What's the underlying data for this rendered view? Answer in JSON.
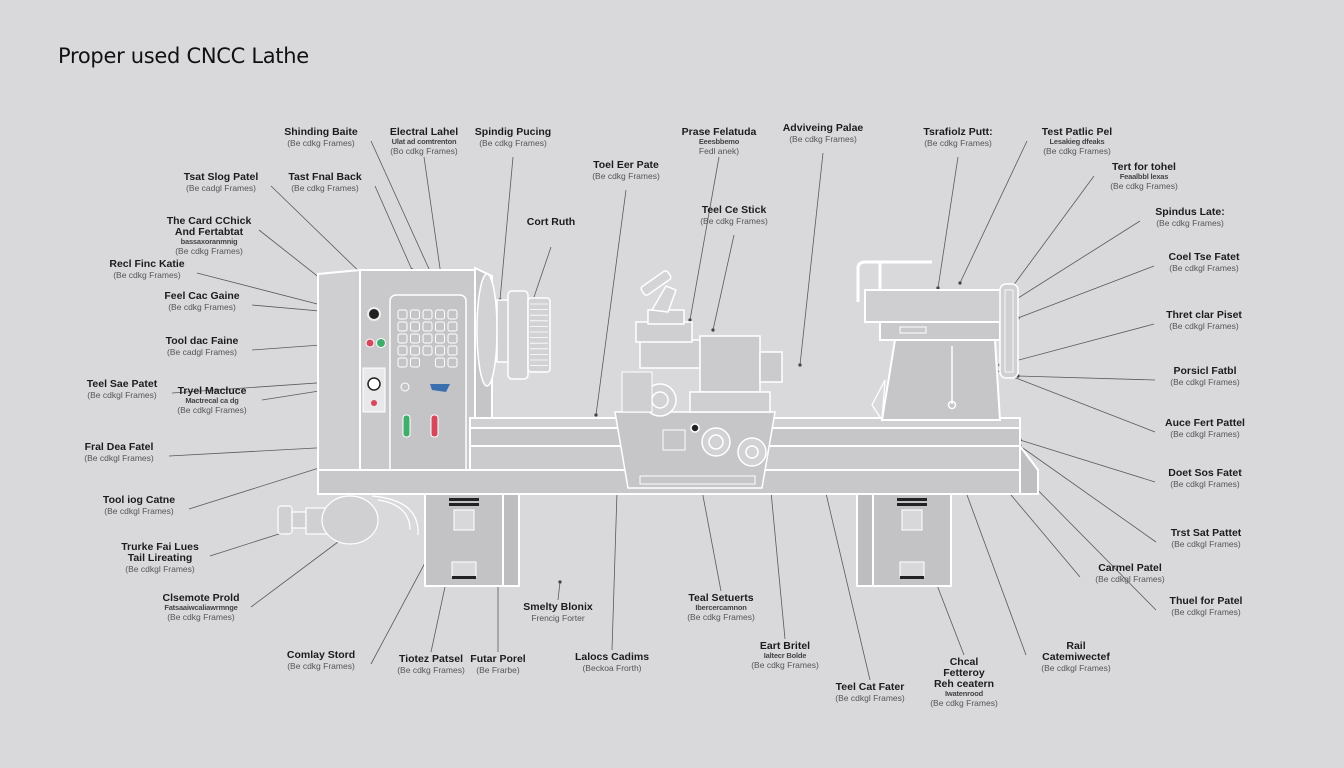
{
  "title": "Proper used CNCC Lathe",
  "colors": {
    "background": "#d9d9dc",
    "machine_fill": "#c9c9cb",
    "outline": "#ffffff",
    "leader": "#555555",
    "button_red": "#d4475c",
    "button_green": "#3fae6b"
  },
  "labels": [
    {
      "id": "spinding-baite",
      "title": "Shinding Baite",
      "note": "(Be cdkg Frames)"
    },
    {
      "id": "electral-label",
      "title": "Electral Lahel",
      "sub": "Ulat ad comtrenton",
      "note": "(Bo cdkg Frames)"
    },
    {
      "id": "spindig-pucing",
      "title": "Spindig Pucing",
      "note": "(Be cdkg Frames)"
    },
    {
      "id": "test-slog-patel",
      "title": "Tsat Slog Patel",
      "note": "(Be cadgl Frames)"
    },
    {
      "id": "tast-fnal-back",
      "title": "Tast Fnal Back",
      "note": "(Be cdkg Frames)"
    },
    {
      "id": "the-card-chick",
      "title": "The Card CChick",
      "title2": "And Fertabtat",
      "sub": "bassaxoranmnig",
      "note": "(Be cdkg Frames)"
    },
    {
      "id": "recl-finc-katie",
      "title": "Recl Finc Katie",
      "note": "(Be cdkg Frames)"
    },
    {
      "id": "feel-cac-gaine",
      "title": "Feel Cac Gaine",
      "note": "(Be cdkg Frames)"
    },
    {
      "id": "tool-dac-faine",
      "title": "Tool dac Faine",
      "note": "(Be cadgl Frames)"
    },
    {
      "id": "teel-sae-patet",
      "title": "Teel Sae Patet",
      "note": "(Be cdkgl Frames)"
    },
    {
      "id": "tryel-macluce",
      "title": "Tryel Macluce",
      "sub": "Mactrecal ca dg",
      "note": "(Be cdkgl Frames)"
    },
    {
      "id": "fral-dea-fatel",
      "title": "Fral Dea Fatel",
      "note": "(Be cdkgl Frames)"
    },
    {
      "id": "tool-iog-catne",
      "title": "Tool iog Catne",
      "note": "(Be cdkgl Frames)"
    },
    {
      "id": "trurke-fai-lurs",
      "title": "Trurke Fai Lues",
      "title2": "Tail Lireating",
      "note": "(Be cdkgl Frames)"
    },
    {
      "id": "clsemote-prold",
      "title": "Clsemote Prold",
      "sub": "Fatsaaiwcaliawrmnge",
      "note": "(Be cdkg Frames)"
    },
    {
      "id": "comlay-stord",
      "title": "Comlay Stord",
      "note": "(Be cdkg Frames)"
    },
    {
      "id": "toltez-patsel",
      "title": "Tiotez Patsel",
      "note": "(Be cdkg Frames)"
    },
    {
      "id": "fuler-porel",
      "title": "Futar Porel",
      "note": "(Be Frarbe)"
    },
    {
      "id": "smelty-blonix",
      "title": "Smelty Blonix",
      "note": "Frencig Forter"
    },
    {
      "id": "lalocs-cadims",
      "title": "Lalocs Cadims",
      "note": "(Beckoa Frorth)"
    },
    {
      "id": "teal-setuerts",
      "title": "Teal Setuerts",
      "sub": "Ibercercamnon",
      "note": "(Be cdkg Frames)"
    },
    {
      "id": "eart-britel",
      "title": "Eart Britel",
      "sub": "Ialtecr Bolde",
      "note": "(Be cdkg Frames)"
    },
    {
      "id": "teel-cat-fater",
      "title": "Teel Cat Fater",
      "note": "(Be cdkgl Frames)"
    },
    {
      "id": "chcal-fetteroy",
      "title": "Chcal",
      "title2": "Fetteroy",
      "title3": "Reh ceatern",
      "sub": "Iwatenrood",
      "note": "(Be cdkg Frames)"
    },
    {
      "id": "rail-cateme-cctef",
      "title": "Rail",
      "title2": "Catemiwectef",
      "note": "(Be cdkgl Frames)"
    },
    {
      "id": "tost-et-pate",
      "title": "Toel Eer Pate",
      "note": "(Be cdkg Frames)"
    },
    {
      "id": "cort-ruth",
      "title": "Cort Ruth"
    },
    {
      "id": "prase-felatuda",
      "title": "Prase Felatuda",
      "sub": "Eeesbbemo",
      "note": "Fedl anek)"
    },
    {
      "id": "tool-ce-stick",
      "title": "Teel Ce Stick",
      "note": "(Be cdkg Frames)"
    },
    {
      "id": "advising-palae",
      "title": "Adviveing Palae",
      "note": "(Be cdkg Frames)"
    },
    {
      "id": "trsatiolz-puttr",
      "title": "Tsrafiolz Putt:",
      "note": "(Be cdkg Frames)"
    },
    {
      "id": "test-patlic-pel",
      "title": "Test Patlic Pel",
      "sub": "Lesakieg dfeaks",
      "note": "(Be cdkg Frames)"
    },
    {
      "id": "tert-for-tohel",
      "title": "Tert for tohel",
      "sub": "Feaalbbl lexas",
      "note": "(Be cdkg Frames)"
    },
    {
      "id": "spindus-late",
      "title": "Spindus Late:",
      "note": "(Be cdkg Frames)"
    },
    {
      "id": "coel-tse-fatet",
      "title": "Coel Tse Fatet",
      "note": "(Be cdkgl Frames)"
    },
    {
      "id": "thret-clar-piset",
      "title": "Thret clar Piset",
      "note": "(Be cdkgl Frames)"
    },
    {
      "id": "porsicl-fatbl",
      "title": "Porsicl Fatbl",
      "note": "(Be cdkgl Frames)"
    },
    {
      "id": "auce-fert-pattel",
      "title": "Auce Fert Pattel",
      "note": "(Be cdkgl Frames)"
    },
    {
      "id": "doet-sos-fatet",
      "title": "Doet Sos Fatet",
      "note": "(Be cdkgl Frames)"
    },
    {
      "id": "trst-sat-pattet",
      "title": "Trst Sat Pattet",
      "note": "(Be cdkgl Frames)"
    },
    {
      "id": "carmel-patel",
      "title": "Carmel Patel",
      "note": "(Be cdkgl Frames)"
    },
    {
      "id": "thuel-for-patel",
      "title": "Thuel for Patel",
      "note": "(Be cdkgl Frames)"
    }
  ]
}
